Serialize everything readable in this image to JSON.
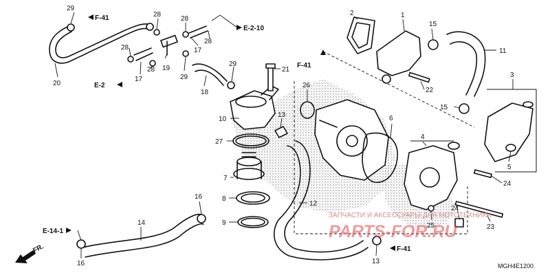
{
  "diagram_code": "MGH4E1200",
  "front_label": "FR.",
  "references": {
    "f41_top": "F-41",
    "e2_10": "E-2-10",
    "e2": "E-2",
    "f41_mid": "F-41",
    "e14_1": "E-14-1",
    "f41_bottom": "F-41"
  },
  "callouts": {
    "c1": "1",
    "c2": "2",
    "c3": "3",
    "c4": "4",
    "c5": "5",
    "c6": "6",
    "c7": "7",
    "c8": "8",
    "c9": "9",
    "c10": "10",
    "c11": "11",
    "c12": "12",
    "c13a": "13",
    "c13b": "13",
    "c14": "14",
    "c15a": "15",
    "c15b": "15",
    "c16a": "16",
    "c16b": "16",
    "c17a": "17",
    "c17b": "17",
    "c18": "18",
    "c19": "19",
    "c20": "20",
    "c21": "21",
    "c22": "22",
    "c23": "23",
    "c24a": "24",
    "c24b": "24",
    "c25": "25",
    "c26": "26",
    "c27": "27",
    "c28a": "28",
    "c28b": "28",
    "c28c": "28",
    "c28d": "28",
    "c28e": "28",
    "c29a": "29",
    "c29b": "29",
    "c29c": "29"
  },
  "watermark": {
    "line1": "ЗАПЧАСТИ И АКСЕССУАРЫ ДЛЯ МОТОТЕХНИКИ",
    "line2": "PARTS-FOR.RU"
  }
}
